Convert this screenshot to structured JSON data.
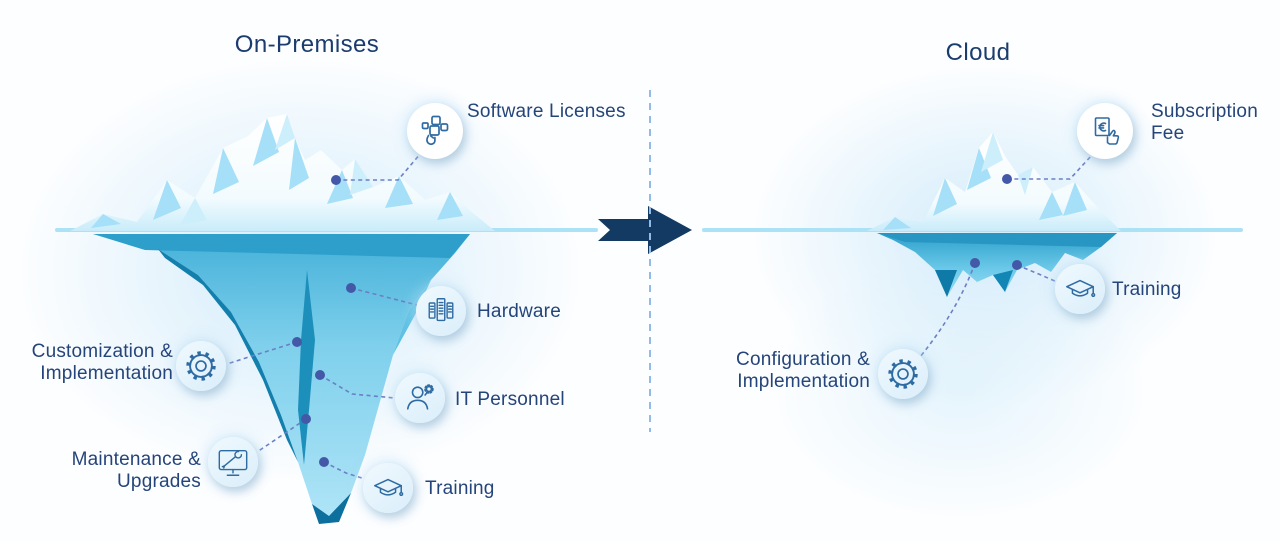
{
  "onprem": {
    "title": "On-Premises",
    "labels": {
      "software_licenses": "Software Licenses",
      "hardware": "Hardware",
      "it_personnel": "IT Personnel",
      "training": "Training",
      "customization_line1": "Customization &",
      "customization_line2": "Implementation",
      "maintenance_line1": "Maintenance &",
      "maintenance_line2": "Upgrades"
    }
  },
  "cloud": {
    "title": "Cloud",
    "labels": {
      "subscription_line1": "Subscription",
      "subscription_line2": "Fee",
      "training": "Training",
      "configuration_line1": "Configuration &",
      "configuration_line2": "Implementation"
    }
  },
  "icons": {
    "onprem": [
      "software-licenses-icon",
      "hardware-icon",
      "it-personnel-icon",
      "training-icon",
      "gear-icon",
      "maintenance-icon"
    ],
    "cloud": [
      "subscription-fee-icon",
      "training-icon",
      "gear-icon"
    ],
    "center": [
      "transition-arrow-icon"
    ]
  },
  "colors": {
    "title_text": "#1b3c6e",
    "label_text": "#25457a",
    "waterline": "#abe2f5",
    "arrow": "#123a63",
    "divider": "#93bbe9",
    "connector_line": "#6b7fc6",
    "connector_dot": "#4458a8",
    "icon_stroke": "#2f6ba3",
    "iceberg_above_water": "#ffffff",
    "iceberg_facet": "#a5dff8",
    "iceberg_below_top": "#2d9fca",
    "iceberg_below_body": "#7fd0ec",
    "iceberg_below_dark": "#0f7aa8"
  }
}
